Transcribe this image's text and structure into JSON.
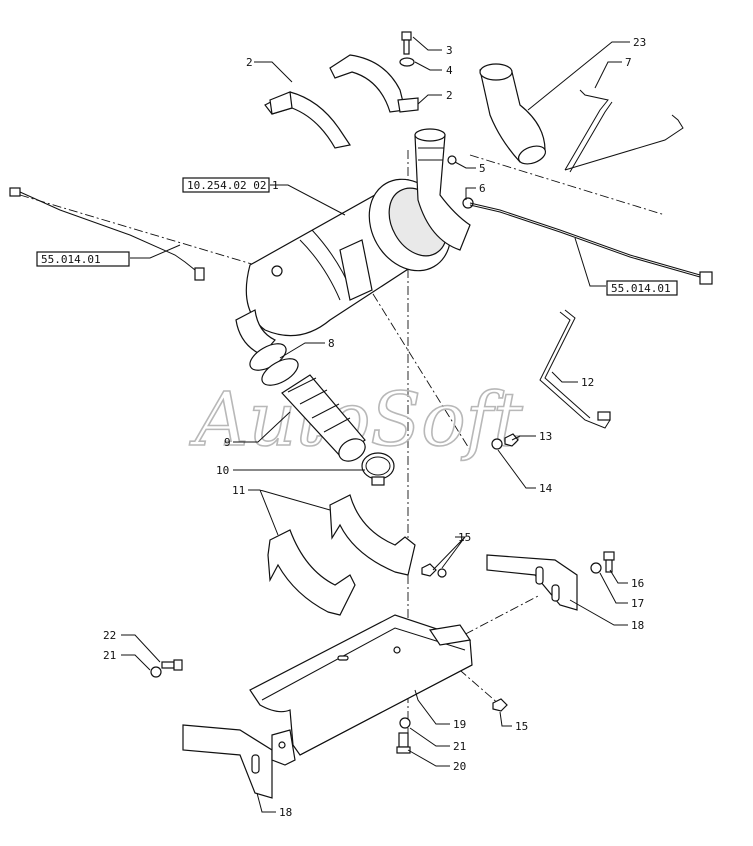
{
  "diagram": {
    "watermark": "AutoSoft",
    "refs": {
      "air_cleaner": "10.254.02 02",
      "sensor_left": "55.014.01",
      "sensor_right": "55.014.01"
    },
    "callouts": {
      "c1": "1",
      "c2_left": "2",
      "c2_right": "2",
      "c3": "3",
      "c4": "4",
      "c5": "5",
      "c6": "6",
      "c7": "7",
      "c8": "8",
      "c9": "9",
      "c10": "10",
      "c11": "11",
      "c12": "12",
      "c13": "13",
      "c14": "14",
      "c15_upper": "15",
      "c15_lower": "15",
      "c16": "16",
      "c17": "17",
      "c18_right": "18",
      "c18_left": "18",
      "c19": "19",
      "c20": "20",
      "c21_left": "21",
      "c21_bottom": "21",
      "c22": "22",
      "c23": "23"
    }
  }
}
